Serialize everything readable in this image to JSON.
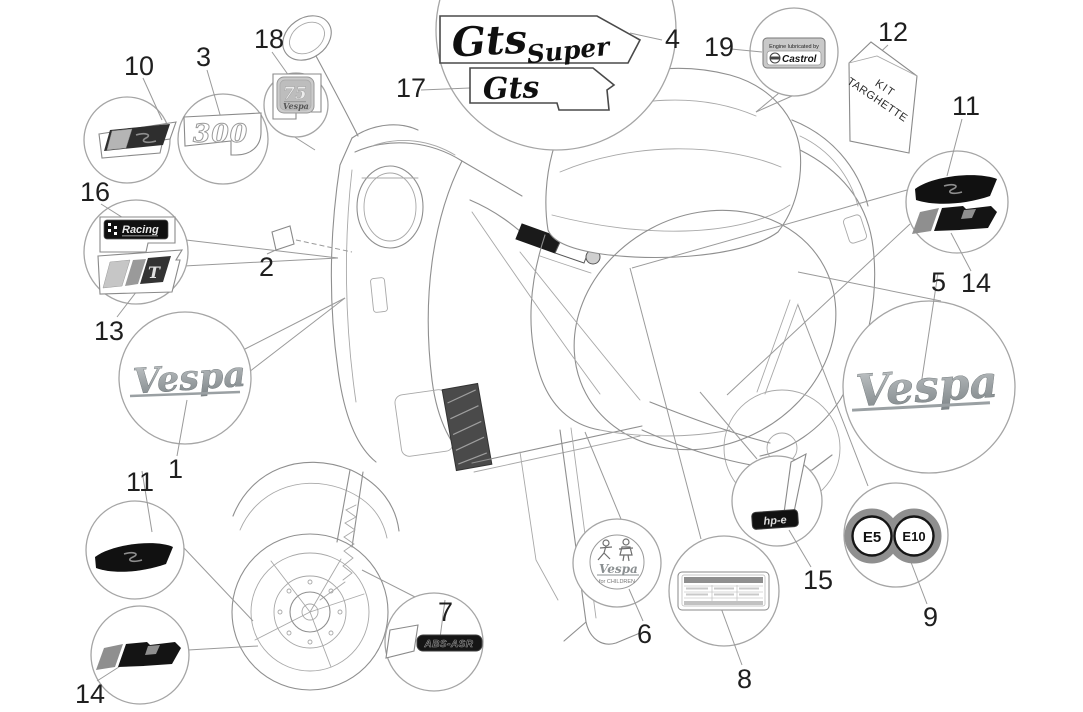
{
  "colors": {
    "badge_black": "#141414",
    "outline_gray": "#9a9a9a",
    "script_gray": "#8e9596",
    "accent_dark": "#1f1f1f"
  },
  "numbers": {
    "n1": "1",
    "n2": "2",
    "n3": "3",
    "n4": "4",
    "n5": "5",
    "n6": "6",
    "n7": "7",
    "n8": "8",
    "n9": "9",
    "n10": "10",
    "n11": "11",
    "n12": "12",
    "n13": "13",
    "n14": "14",
    "n15": "15",
    "n16": "16",
    "n17": "17",
    "n18": "18",
    "n19": "19"
  },
  "decals": {
    "badge_300": "300",
    "gts_super_main": "Gts",
    "gts_super_script": "Super",
    "gts_small": "Gts",
    "castrol_header": "Engine lubricated by",
    "castrol_brand": "Castrol",
    "kit_line1": "KIT",
    "kit_line2": "TARGHETTE",
    "racing_label": "Racing",
    "t_letter": "T",
    "anniversary_number": "75",
    "anniversary_script": "Vespa",
    "vespa_script": "Vespa",
    "children_script": "Vespa",
    "children_caption": "for CHILDREN",
    "abs_asr": "ABS-ASR",
    "hpe": "hp-e",
    "fuel_e5": "E5",
    "fuel_e10": "E10"
  }
}
